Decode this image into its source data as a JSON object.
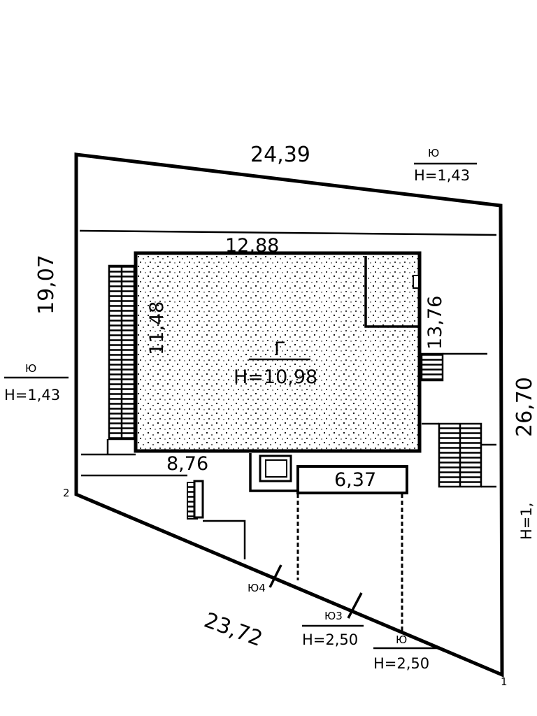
{
  "plan": {
    "building": {
      "letter": "Г",
      "height": "Н=10,98"
    },
    "dimensions": {
      "north": "24,39",
      "west": "19,07",
      "east": "26,70",
      "south": "23,72",
      "building_top": "12,88",
      "building_left": "11,48",
      "building_right": "13,76",
      "annex": "6,37",
      "porch": "8,76"
    },
    "markers": {
      "ne": {
        "code": "Ю",
        "height": "Н=1,43"
      },
      "w": {
        "code": "Ю",
        "height": "Н=1,43"
      },
      "e": {
        "height": "Н=1,"
      },
      "s1": {
        "code": "Ю3",
        "height": "Н=2,50"
      },
      "s2": {
        "code": "Ю",
        "height": "Н=2,50"
      },
      "s3": {
        "code": "Ю4"
      }
    },
    "corners": {
      "sw": "2",
      "se": "1"
    }
  }
}
